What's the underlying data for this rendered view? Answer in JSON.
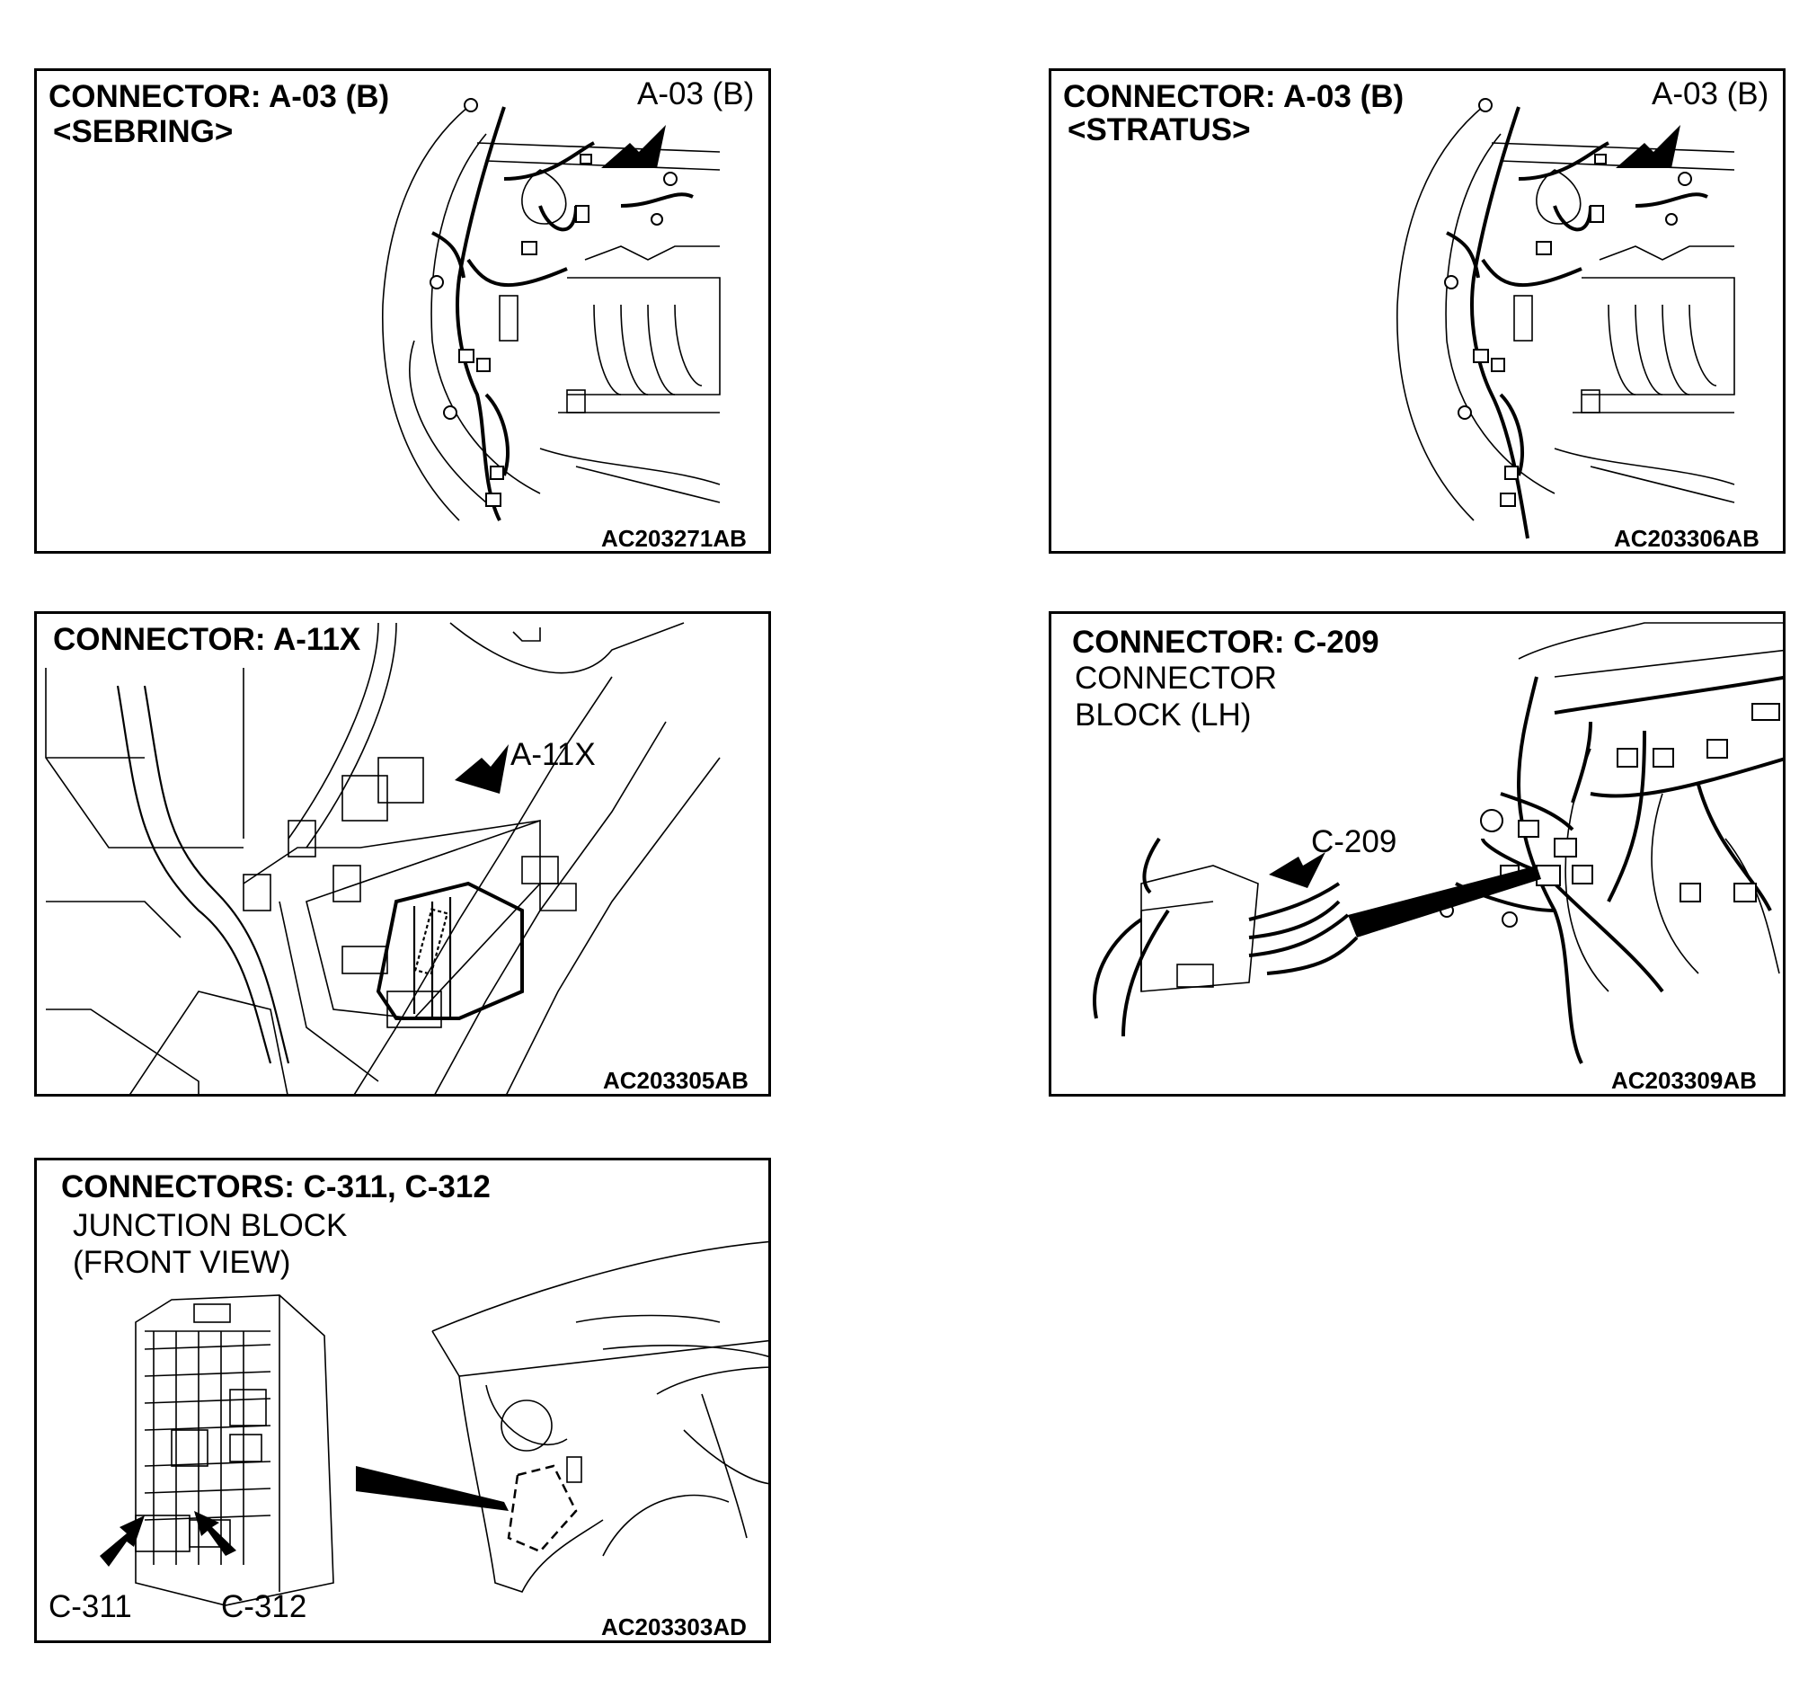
{
  "panels": [
    {
      "title": "CONNECTOR: A-03 (B)",
      "subtitle": "<SEBRING>",
      "labels": [
        "A-03 (B)"
      ],
      "code": "AC203271AB"
    },
    {
      "title": "CONNECTOR: A-03 (B)",
      "subtitle": "<STRATUS>",
      "labels": [
        "A-03 (B)"
      ],
      "code": "AC203306AB"
    },
    {
      "title": "CONNECTOR: A-11X",
      "labels": [
        "A-11X"
      ],
      "code": "AC203305AB"
    },
    {
      "title": "CONNECTOR: C-209",
      "subtitle_lines": [
        "CONNECTOR",
        "BLOCK (LH)"
      ],
      "labels": [
        "C-209"
      ],
      "code": "AC203309AB"
    },
    {
      "title": "CONNECTORS: C-311, C-312",
      "subtitle_lines": [
        "JUNCTION BLOCK",
        "(FRONT VIEW)"
      ],
      "labels": [
        "C-311",
        "C-312"
      ],
      "code": "AC203303AD"
    }
  ]
}
